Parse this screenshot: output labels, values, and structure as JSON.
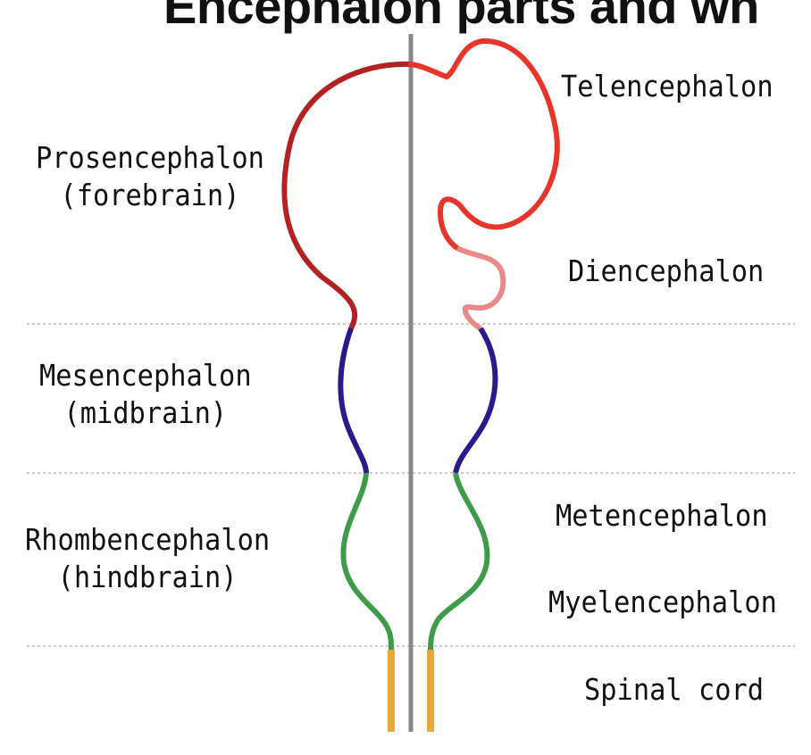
{
  "title": "Encephalon parts and wh",
  "labels": {
    "prosencephalon": {
      "name": "Prosencephalon",
      "sub": "(forebrain)"
    },
    "mesencephalon": {
      "name": "Mesencephalon",
      "sub": "(midbrain)"
    },
    "rhombencephalon": {
      "name": "Rhombencephalon",
      "sub": "(hindbrain)"
    },
    "telencephalon": "Telencephalon",
    "diencephalon": "Diencephalon",
    "metencephalon": "Metencephalon",
    "myelencephalon": "Myelencephalon",
    "spinal_cord": "Spinal cord"
  },
  "colors": {
    "prosencephalon": "#b22222",
    "telencephalon": "#e8352b",
    "diencephalon": "#e88a8a",
    "mesencephalon": "#2a1a8c",
    "rhombencephalon": "#3e9b4a",
    "spinal_cord": "#e8a83a",
    "midline": "#888888",
    "divider": "#cccccc"
  }
}
